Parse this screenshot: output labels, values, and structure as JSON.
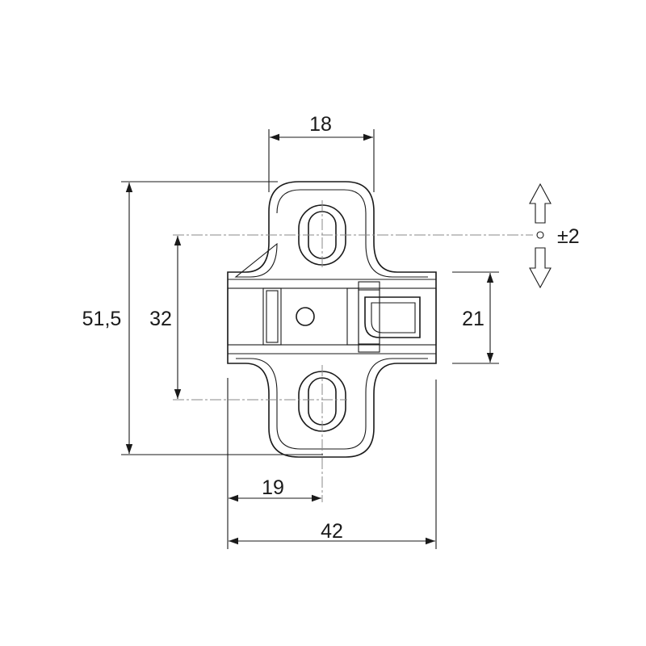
{
  "dimensions": {
    "top_width": "18",
    "overall_height": "51,5",
    "hole_spacing": "32",
    "plate_height": "21",
    "adjust_range": "±2",
    "hole_offset": "19",
    "overall_width": "42"
  },
  "colors": {
    "line": "#1a1a1a",
    "centerline": "#888888",
    "background": "#ffffff"
  },
  "icons": [
    "up-arrow-icon",
    "down-arrow-icon"
  ]
}
